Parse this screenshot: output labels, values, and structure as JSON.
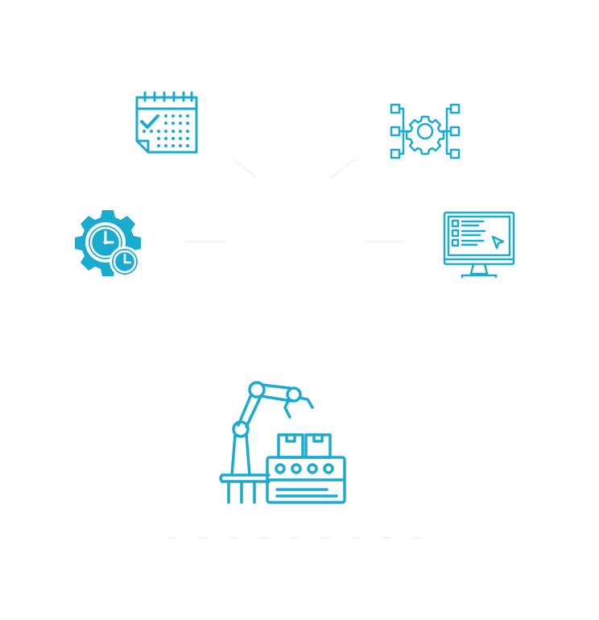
{
  "diagram": {
    "accent_color": "#1aabd0",
    "connector_color": "#f4f7f9",
    "nodes": [
      {
        "id": "calendar",
        "icon": "calendar-check-icon"
      },
      {
        "id": "workflow",
        "icon": "gear-network-icon"
      },
      {
        "id": "time-management",
        "icon": "gear-clock-icon"
      },
      {
        "id": "software",
        "icon": "monitor-dashboard-icon"
      },
      {
        "id": "automation",
        "icon": "robot-arm-conveyor-icon"
      }
    ]
  }
}
